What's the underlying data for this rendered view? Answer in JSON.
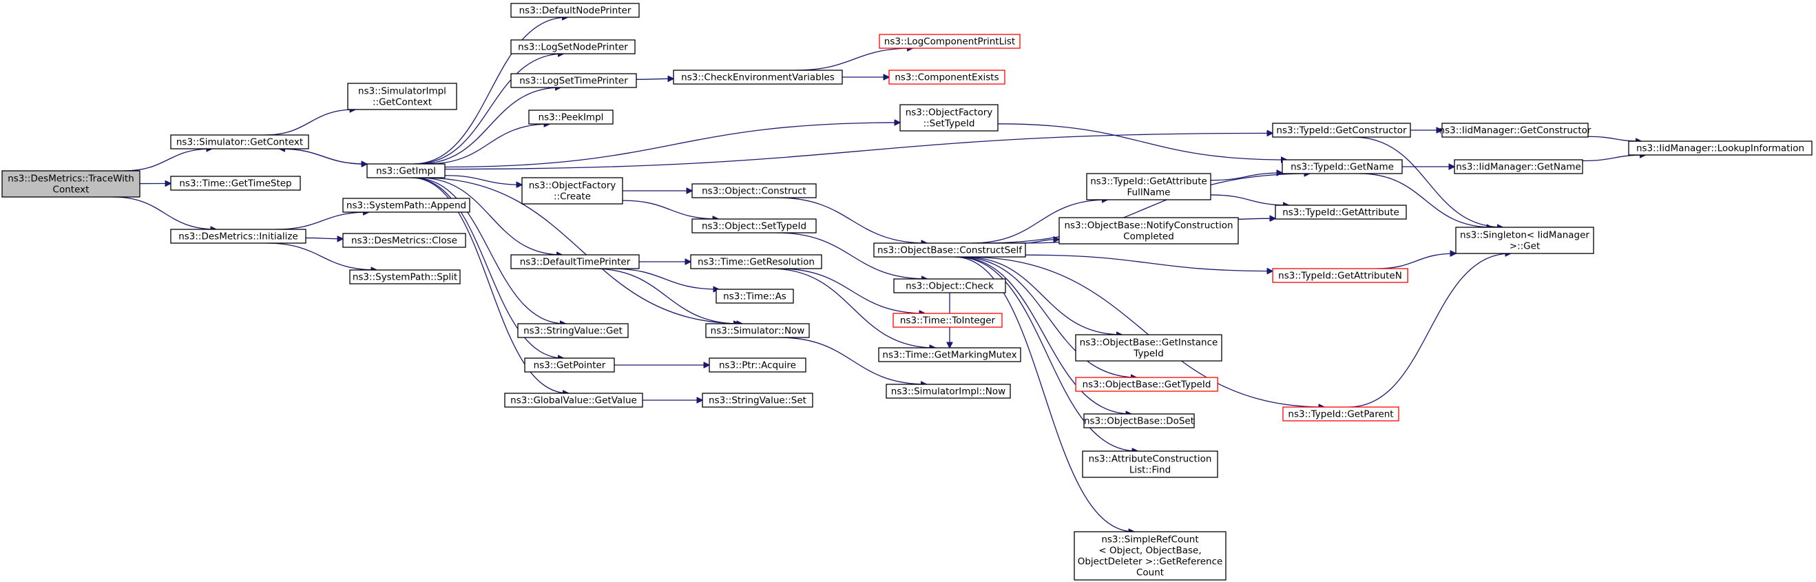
{
  "nodes": [
    {
      "id": "root",
      "lines": [
        "ns3::DesMetrics::TraceWith",
        "Context"
      ],
      "style": "root"
    },
    {
      "id": "sim_getcontext",
      "lines": [
        "ns3::Simulator::GetContext"
      ]
    },
    {
      "id": "time_getstep",
      "lines": [
        "ns3::Time::GetTimeStep"
      ]
    },
    {
      "id": "dm_init",
      "lines": [
        "ns3::DesMetrics::Initialize"
      ]
    },
    {
      "id": "simimpl_getcontext",
      "lines": [
        "ns3::SimulatorImpl",
        "::GetContext"
      ]
    },
    {
      "id": "getimpl",
      "lines": [
        "ns3::GetImpl"
      ]
    },
    {
      "id": "sp_append",
      "lines": [
        "ns3::SystemPath::Append"
      ]
    },
    {
      "id": "dm_close",
      "lines": [
        "ns3::DesMetrics::Close"
      ]
    },
    {
      "id": "sp_split",
      "lines": [
        "ns3::SystemPath::Split"
      ]
    },
    {
      "id": "defnodeprinter",
      "lines": [
        "ns3::DefaultNodePrinter"
      ]
    },
    {
      "id": "logsetnodeprinter",
      "lines": [
        "ns3::LogSetNodePrinter"
      ]
    },
    {
      "id": "logsettimeprinter",
      "lines": [
        "ns3::LogSetTimePrinter"
      ]
    },
    {
      "id": "peekimpl",
      "lines": [
        "ns3::PeekImpl"
      ]
    },
    {
      "id": "of_create",
      "lines": [
        "ns3::ObjectFactory",
        "::Create"
      ]
    },
    {
      "id": "deftimeprinter",
      "lines": [
        "ns3::DefaultTimePrinter"
      ]
    },
    {
      "id": "sv_get",
      "lines": [
        "ns3::StringValue::Get"
      ]
    },
    {
      "id": "getpointer",
      "lines": [
        "ns3::GetPointer"
      ]
    },
    {
      "id": "gv_getvalue",
      "lines": [
        "ns3::GlobalValue::GetValue"
      ]
    },
    {
      "id": "checkenv",
      "lines": [
        "ns3::CheckEnvironmentVariables"
      ]
    },
    {
      "id": "logcompprint",
      "lines": [
        "ns3::LogComponentPrintList"
      ],
      "style": "red"
    },
    {
      "id": "compexists",
      "lines": [
        "ns3::ComponentExists"
      ],
      "style": "red"
    },
    {
      "id": "obj_construct",
      "lines": [
        "ns3::Object::Construct"
      ]
    },
    {
      "id": "obj_settypeid",
      "lines": [
        "ns3::Object::SetTypeId"
      ]
    },
    {
      "id": "time_getres",
      "lines": [
        "ns3::Time::GetResolution"
      ]
    },
    {
      "id": "time_as",
      "lines": [
        "ns3::Time::As"
      ]
    },
    {
      "id": "sim_now",
      "lines": [
        "ns3::Simulator::Now"
      ]
    },
    {
      "id": "ptr_acquire",
      "lines": [
        "ns3::Ptr::Acquire"
      ]
    },
    {
      "id": "sv_set",
      "lines": [
        "ns3::StringValue::Set"
      ]
    },
    {
      "id": "of_settypeid",
      "lines": [
        "ns3::ObjectFactory",
        "::SetTypeId"
      ]
    },
    {
      "id": "ob_constructself",
      "lines": [
        "ns3::ObjectBase::ConstructSelf"
      ]
    },
    {
      "id": "obj_check",
      "lines": [
        "ns3::Object::Check"
      ]
    },
    {
      "id": "time_tointeger",
      "lines": [
        "ns3::Time::ToInteger"
      ],
      "style": "red"
    },
    {
      "id": "time_markingmutex",
      "lines": [
        "ns3::Time::GetMarkingMutex"
      ]
    },
    {
      "id": "simimpl_now",
      "lines": [
        "ns3::SimulatorImpl::Now"
      ]
    },
    {
      "id": "tid_getattrfullname",
      "lines": [
        "ns3::TypeId::GetAttribute",
        "FullName"
      ]
    },
    {
      "id": "ob_notifyconstruction",
      "lines": [
        "ns3::ObjectBase::NotifyConstruction",
        "Completed"
      ]
    },
    {
      "id": "ob_getinstancetypeid",
      "lines": [
        "ns3::ObjectBase::GetInstance",
        "TypeId"
      ]
    },
    {
      "id": "ob_gettypeid",
      "lines": [
        "ns3::ObjectBase::GetTypeId"
      ],
      "style": "red"
    },
    {
      "id": "ob_doset",
      "lines": [
        "ns3::ObjectBase::DoSet"
      ]
    },
    {
      "id": "attrconstlist_find",
      "lines": [
        "ns3::AttributeConstruction",
        "List::Find"
      ]
    },
    {
      "id": "simplerefcount",
      "lines": [
        "ns3::SimpleRefCount",
        "< Object, ObjectBase,",
        "ObjectDeleter >::GetReference",
        "Count"
      ]
    },
    {
      "id": "tid_getconstructor",
      "lines": [
        "ns3::TypeId::GetConstructor"
      ]
    },
    {
      "id": "tid_getname",
      "lines": [
        "ns3::TypeId::GetName"
      ]
    },
    {
      "id": "tid_getattribute",
      "lines": [
        "ns3::TypeId::GetAttribute"
      ]
    },
    {
      "id": "tid_getattributen",
      "lines": [
        "ns3::TypeId::GetAttributeN"
      ],
      "style": "red"
    },
    {
      "id": "tid_getparent",
      "lines": [
        "ns3::TypeId::GetParent"
      ],
      "style": "red"
    },
    {
      "id": "iid_getconstructor",
      "lines": [
        "ns3::IidManager::GetConstructor"
      ]
    },
    {
      "id": "iid_getname",
      "lines": [
        "ns3::IidManager::GetName"
      ]
    },
    {
      "id": "singleton_get",
      "lines": [
        "ns3::Singleton< IidManager",
        ">::Get"
      ]
    },
    {
      "id": "iid_lookupinfo",
      "lines": [
        "ns3::IidManager::LookupInformation"
      ]
    }
  ],
  "edges": [
    [
      "root",
      "sim_getcontext"
    ],
    [
      "root",
      "time_getstep"
    ],
    [
      "root",
      "dm_init"
    ],
    [
      "sim_getcontext",
      "simimpl_getcontext"
    ],
    [
      "sim_getcontext",
      "getimpl"
    ],
    [
      "dm_init",
      "sp_append"
    ],
    [
      "dm_init",
      "dm_close"
    ],
    [
      "dm_init",
      "sp_split"
    ],
    [
      "getimpl",
      "sim_getcontext"
    ],
    [
      "getimpl",
      "defnodeprinter"
    ],
    [
      "getimpl",
      "logsetnodeprinter"
    ],
    [
      "getimpl",
      "logsettimeprinter"
    ],
    [
      "getimpl",
      "peekimpl"
    ],
    [
      "getimpl",
      "of_create"
    ],
    [
      "getimpl",
      "deftimeprinter"
    ],
    [
      "getimpl",
      "sv_get"
    ],
    [
      "getimpl",
      "getpointer"
    ],
    [
      "getimpl",
      "gv_getvalue"
    ],
    [
      "getimpl",
      "of_settypeid"
    ],
    [
      "getimpl",
      "tid_getconstructor"
    ],
    [
      "getimpl",
      "sim_now"
    ],
    [
      "logsettimeprinter",
      "checkenv"
    ],
    [
      "checkenv",
      "logcompprint"
    ],
    [
      "checkenv",
      "compexists"
    ],
    [
      "of_create",
      "obj_construct"
    ],
    [
      "of_create",
      "obj_settypeid"
    ],
    [
      "deftimeprinter",
      "time_getres"
    ],
    [
      "deftimeprinter",
      "time_as"
    ],
    [
      "deftimeprinter",
      "sim_now"
    ],
    [
      "getpointer",
      "ptr_acquire"
    ],
    [
      "gv_getvalue",
      "sv_set"
    ],
    [
      "obj_construct",
      "ob_constructself"
    ],
    [
      "obj_settypeid",
      "obj_check"
    ],
    [
      "time_getres",
      "time_tointeger"
    ],
    [
      "time_getres",
      "time_markingmutex"
    ],
    [
      "sim_now",
      "simimpl_now"
    ],
    [
      "of_settypeid",
      "tid_getname"
    ],
    [
      "ob_constructself",
      "tid_getattrfullname"
    ],
    [
      "ob_constructself",
      "ob_notifyconstruction"
    ],
    [
      "ob_constructself",
      "tid_getattribute"
    ],
    [
      "ob_constructself",
      "tid_getattributen"
    ],
    [
      "ob_constructself",
      "ob_getinstancetypeid"
    ],
    [
      "ob_constructself",
      "ob_gettypeid"
    ],
    [
      "ob_constructself",
      "ob_doset"
    ],
    [
      "ob_constructself",
      "attrconstlist_find"
    ],
    [
      "ob_constructself",
      "simplerefcount"
    ],
    [
      "ob_constructself",
      "tid_getparent"
    ],
    [
      "ob_constructself",
      "tid_getname"
    ],
    [
      "obj_check",
      "time_markingmutex"
    ],
    [
      "tid_getattrfullname",
      "tid_getname"
    ],
    [
      "tid_getattrfullname",
      "tid_getattribute"
    ],
    [
      "tid_getconstructor",
      "iid_getconstructor"
    ],
    [
      "tid_getconstructor",
      "singleton_get"
    ],
    [
      "tid_getname",
      "iid_getname"
    ],
    [
      "tid_getname",
      "singleton_get"
    ],
    [
      "tid_getattributen",
      "singleton_get"
    ],
    [
      "tid_getparent",
      "singleton_get"
    ],
    [
      "iid_getconstructor",
      "iid_lookupinfo"
    ],
    [
      "iid_getname",
      "iid_lookupinfo"
    ]
  ]
}
